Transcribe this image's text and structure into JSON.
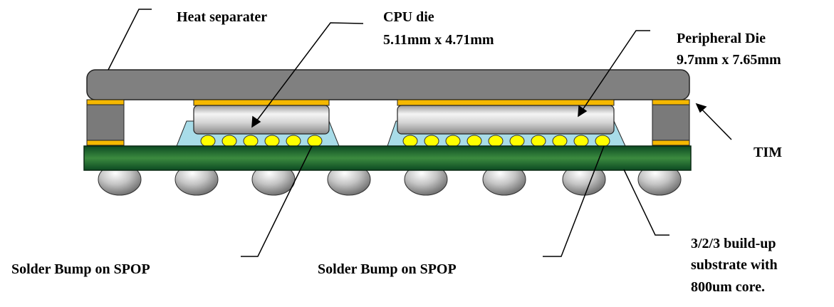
{
  "labels": {
    "heat_separater": "Heat separater",
    "cpu_die": "CPU die",
    "cpu_die_size": "5.11mm x 4.71mm",
    "peripheral_die": "Peripheral Die",
    "peripheral_die_size": "9.7mm x 7.65mm",
    "tim": "TIM",
    "solder_bump_left": "Solder Bump on SPOP",
    "solder_bump_right": "Solder Bump on SPOP",
    "substrate_line1": "3/2/3 build-up",
    "substrate_line2": "substrate with",
    "substrate_line3": "800um core."
  },
  "colors": {
    "heat_spreader": "#808080",
    "tim": "#f5b800",
    "die": "#c8c8c8",
    "underfill": "#a8dce8",
    "solder_bump": "#ffff00",
    "substrate_dark": "#0a5a2a",
    "substrate_mid": "#2e7d3a",
    "ball": "#a0a0a0"
  }
}
